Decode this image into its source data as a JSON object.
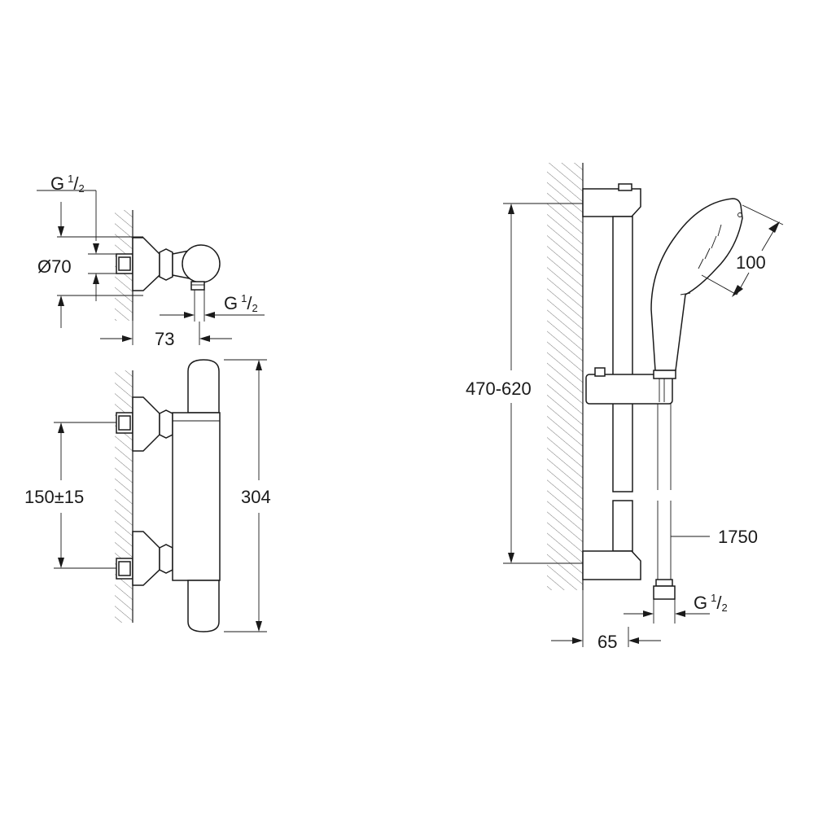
{
  "colors": {
    "line": "#1a1a1a",
    "background": "#ffffff",
    "hatch": "#555555"
  },
  "top_view": {
    "inlet_thread_top": {
      "letter": "G",
      "num": "1",
      "den": "2"
    },
    "diameter": "Ø70",
    "outlet_thread": {
      "letter": "G",
      "num": "1",
      "den": "2"
    },
    "depth": "73"
  },
  "front_view": {
    "inlet_spacing": "150±15",
    "height": "304"
  },
  "shower_rail": {
    "rail_length": "470-620",
    "head_diameter": "100",
    "hose_length": "1750",
    "hose_thread": {
      "letter": "G",
      "num": "1",
      "den": "2"
    },
    "wall_offset": "65"
  }
}
